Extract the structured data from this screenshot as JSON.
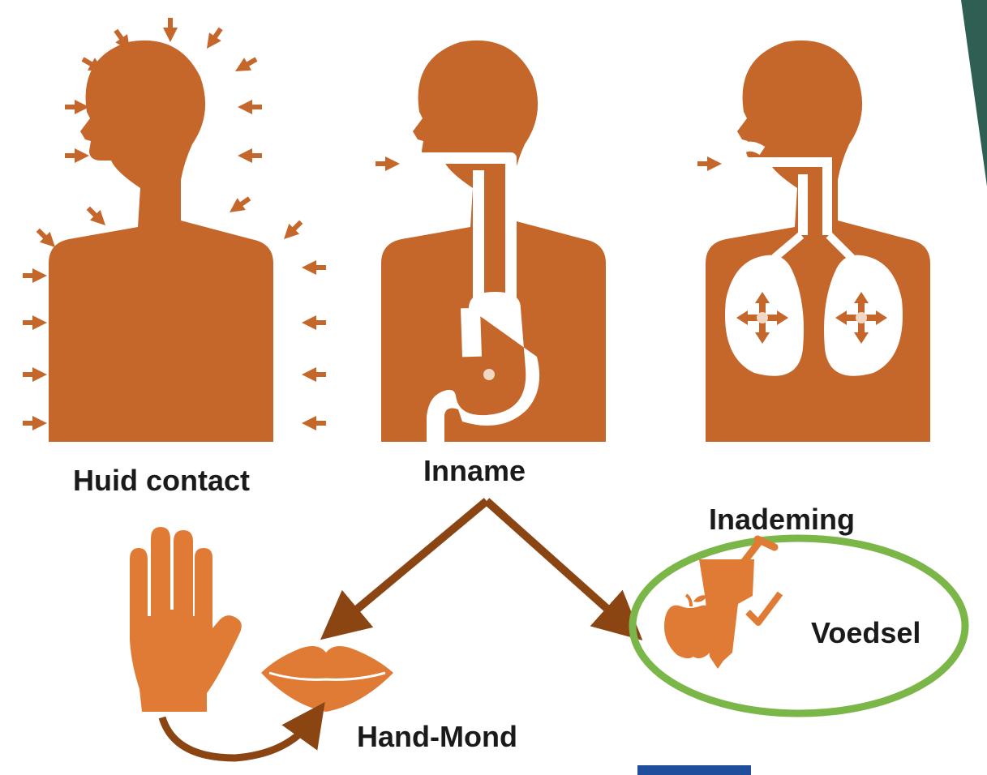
{
  "labels": {
    "skin": "Huid contact",
    "ingestion": "Inname",
    "inhalation": "Inademing",
    "food": "Voedsel",
    "hand_mouth": "Hand-Mond"
  },
  "colors": {
    "figure": "#c5662a",
    "icon": "#e07b35",
    "connector": "#8b4513",
    "ellipse": "#7ab648",
    "corner": "#2f5f52",
    "logo": "#1f4f9c"
  },
  "icons": [
    "head-silhouette-icon",
    "arrow-icon",
    "digestive-tract-icon",
    "lungs-icon",
    "hand-icon",
    "lips-icon",
    "cup-icon",
    "apple-icon",
    "check-icon"
  ]
}
